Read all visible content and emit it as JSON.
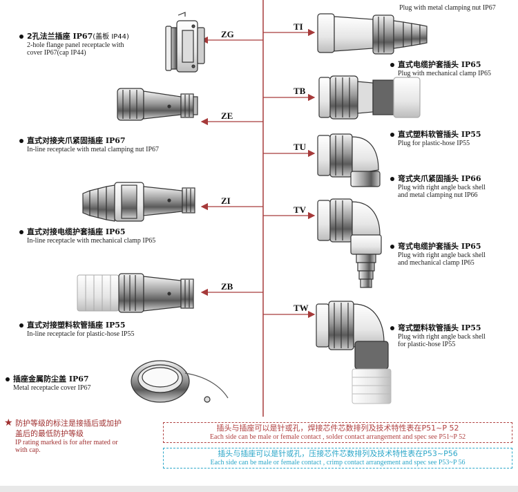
{
  "left_items": [
    {
      "code": "ZG",
      "cn": "2孔法兰插座",
      "rating": "IP67",
      "cn_extra": "(盖板 IP44)",
      "en1": "2-hole flange panel receptacle with",
      "en2": "cover IP67(cap IP44)"
    },
    {
      "code": "ZE",
      "cn": "直式对接夹爪紧固插座",
      "rating": "IP67",
      "en1": "In-line receptacle with metal clamping nut  IP67",
      "en2": ""
    },
    {
      "code": "ZI",
      "cn": "直式对接电缆护套插座",
      "rating": "IP65",
      "en1": "In-line receptacle with mechanical clamp  IP65",
      "en2": ""
    },
    {
      "code": "ZB",
      "cn": "直式对接塑料软管插座",
      "rating": "IP55",
      "en1": "In-line receptacle for plastic-hose  IP55",
      "en2": ""
    },
    {
      "code": "",
      "cn": "插座金属防尘盖",
      "rating": "IP67",
      "en1": "Metal receptacle cover  IP67",
      "en2": ""
    }
  ],
  "right_items": [
    {
      "code": "TI",
      "cn": "",
      "rating": "",
      "en1": "Plug with metal clamping nut  IP67",
      "en2": ""
    },
    {
      "code": "TB",
      "cn": "直式电缆护套插头",
      "rating": "IP65",
      "en1": "Plug with mechanical clamp  IP65",
      "en2": ""
    },
    {
      "code": "TU",
      "cn": "直式塑料软管插头",
      "rating": "IP55",
      "en1": "Plug for plastic-hose  IP55",
      "en2": ""
    },
    {
      "code": "",
      "cn": "弯式夹爪紧固插头",
      "rating": "IP66",
      "en1": "Plug with right angle back shell",
      "en2": "and metal clamping nut  IP66"
    },
    {
      "code": "TV",
      "cn": "弯式电缆护套插头",
      "rating": "IP65",
      "en1": "Plug with right angle back shell",
      "en2": "and mechanical clamp  IP65"
    },
    {
      "code": "TW",
      "cn": "弯式塑料软管插头",
      "rating": "IP55",
      "en1": "Plug with right angle back shell",
      "en2": "for plastic-hose  IP55"
    }
  ],
  "note": {
    "cn1": "防护等级的标注是接插后或加护",
    "cn2": "盖后的最低防护等级",
    "en1": "IP rating marked is for after mated or",
    "en2": "with cap."
  },
  "box1": {
    "cn": "插头与插座可以是针或孔，焊接芯件芯数排列及技术特性表在P51~P 52",
    "en": "Each side can be male or female contact , solder contact arrangement and spec see  P51~P 52"
  },
  "box2": {
    "cn": "插头与插座可以是针或孔，压接芯件芯数排列及技术特性表在P53~P56",
    "en": "Each side can be male or female contact , crimp contact arrangement and spec see  P53~P 56"
  },
  "colors": {
    "line": "#a63a3a",
    "accent_red": "#a03030",
    "accent_blue": "#2aa6c8"
  }
}
